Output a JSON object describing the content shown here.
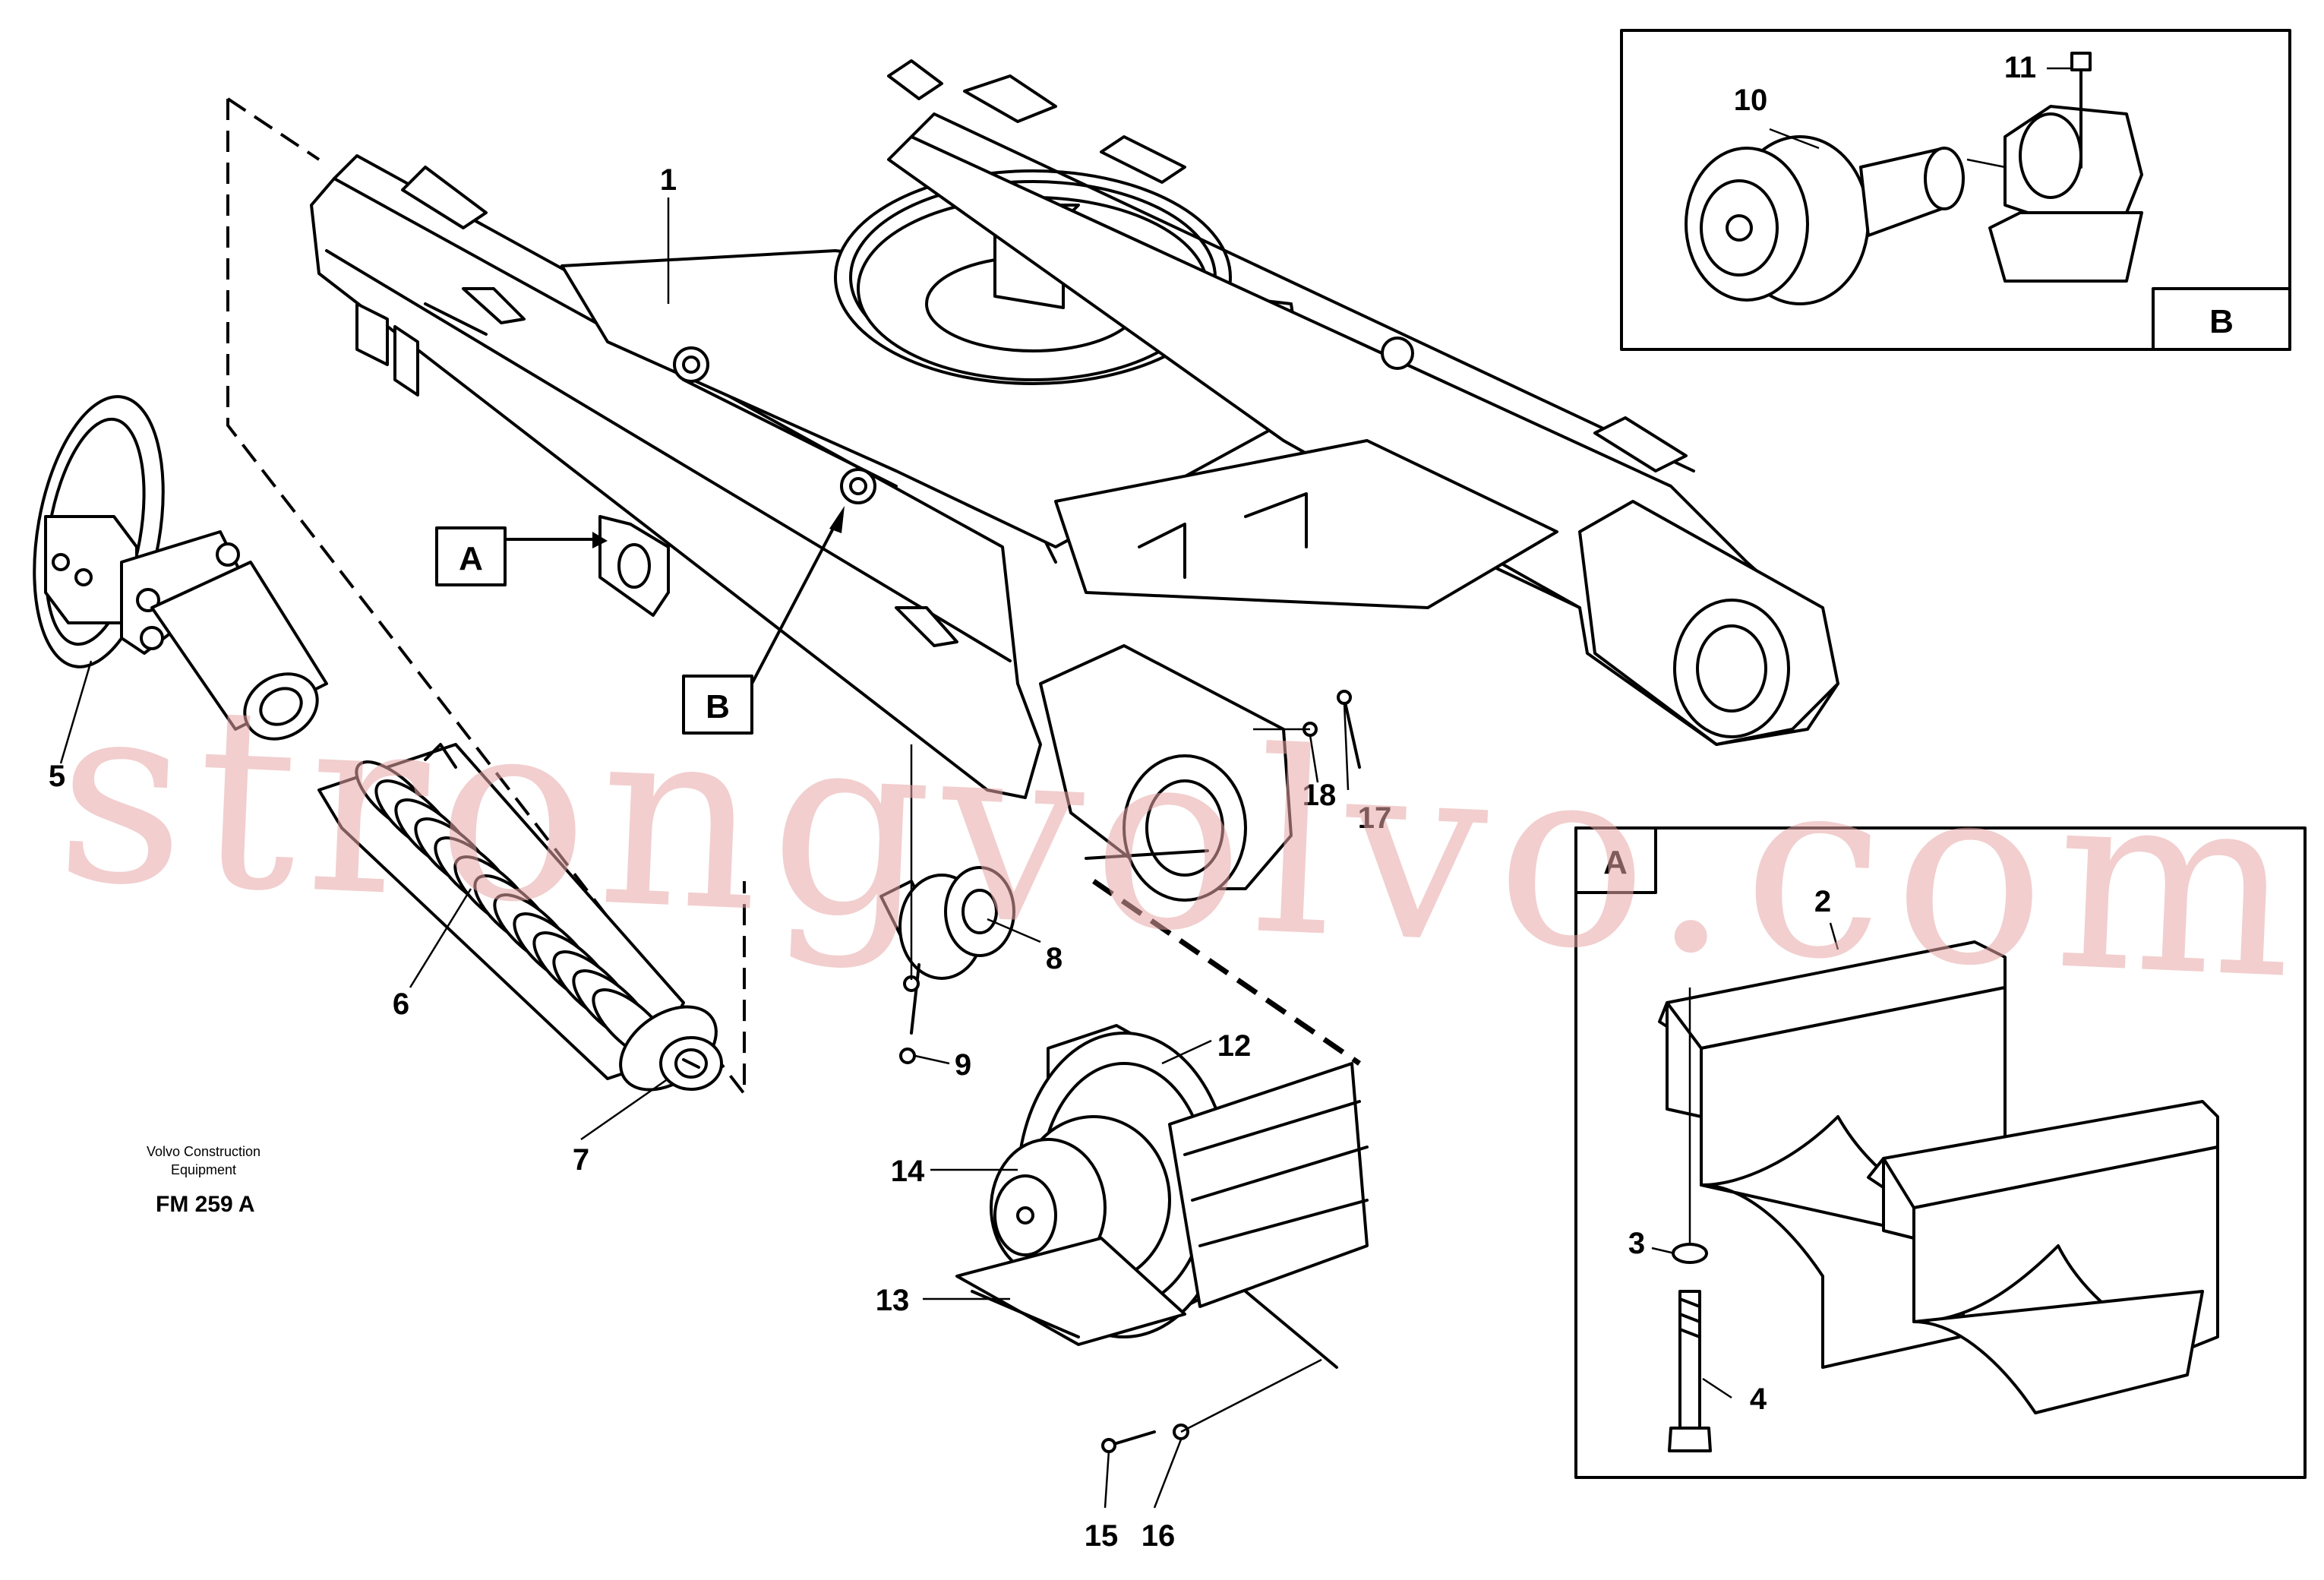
{
  "diagram": {
    "credit_line1": "Volvo Construction",
    "credit_line2": "Equipment",
    "figure_code": "FM 259 A",
    "watermark": "strongvolvo.com",
    "callout_labels": {
      "a_tag": "A",
      "b_tag": "B"
    },
    "detail_boxes": {
      "a_label": "A",
      "b_label": "B"
    },
    "parts": [
      "1",
      "2",
      "3",
      "4",
      "5",
      "6",
      "7",
      "8",
      "9",
      "10",
      "11",
      "12",
      "13",
      "14",
      "15",
      "16",
      "17",
      "18"
    ]
  }
}
